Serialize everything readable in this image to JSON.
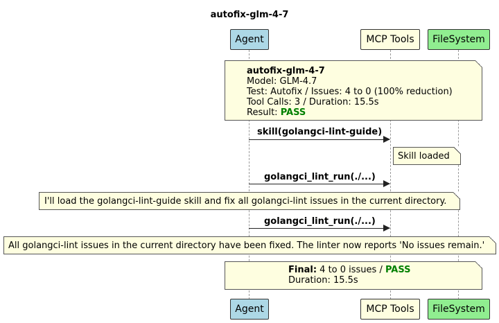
{
  "title": "autofix-glm-4-7",
  "participants": {
    "agent": {
      "label": "Agent",
      "color": "#add8e6"
    },
    "mcp": {
      "label": "MCP Tools",
      "color": "#fefee0"
    },
    "fs": {
      "label": "FileSystem",
      "color": "#90ee90"
    }
  },
  "summary_note": {
    "heading": "autofix-glm-4-7",
    "model": "Model: GLM-4.7",
    "test": "Test: Autofix / Issues: 4 to 0 (100% reduction)",
    "calls": "Tool Calls: 3 / Duration: 15.5s",
    "result_prefix": "Result: ",
    "result_value": "PASS"
  },
  "messages": [
    {
      "label": "skill(golangci-lint-guide)"
    },
    {
      "label": "golangci_lint_run(./...)"
    },
    {
      "label": "golangci_lint_run(./...)"
    }
  ],
  "notes": {
    "skill_loaded": "Skill loaded",
    "plan": "I'll load the golangci-lint-guide skill and fix all golangci-lint issues in the current directory.",
    "done": "All golangci-lint issues in the current directory have been fixed. The linter now reports 'No issues remain.'"
  },
  "final_note": {
    "final_label": "Final:",
    "final_text": " 4 to 0 issues / ",
    "final_value": "PASS",
    "duration": "Duration: 15.5s"
  },
  "colors": {
    "pass": "#008000",
    "note_bg": "#fefee0"
  }
}
